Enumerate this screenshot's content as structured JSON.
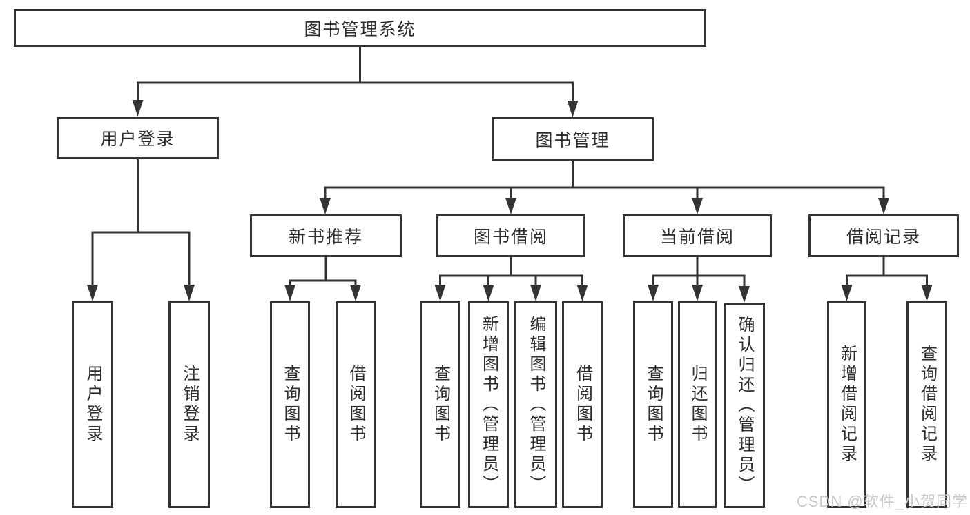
{
  "tree": {
    "label": "图书管理系统",
    "children": [
      {
        "label": "用户登录",
        "children": [
          {
            "label": "用户登录"
          },
          {
            "label": "注销登录"
          }
        ]
      },
      {
        "label": "图书管理",
        "children": [
          {
            "label": "新书推荐",
            "children": [
              {
                "label": "查询图书"
              },
              {
                "label": "借阅图书"
              }
            ]
          },
          {
            "label": "图书借阅",
            "children": [
              {
                "label": "查询图书"
              },
              {
                "label": "新增图书（管理员）"
              },
              {
                "label": "编辑图书（管理员）"
              },
              {
                "label": "借阅图书"
              }
            ]
          },
          {
            "label": "当前借阅",
            "children": [
              {
                "label": "查询图书"
              },
              {
                "label": "归还图书"
              },
              {
                "label": "确认归还（管理员）"
              }
            ]
          },
          {
            "label": "借阅记录",
            "children": [
              {
                "label": "新增借阅记录"
              },
              {
                "label": "查询借阅记录"
              }
            ]
          }
        ]
      }
    ]
  },
  "watermark": "CSDN @软件_小贺同学",
  "colors": {
    "line": "#333333",
    "text": "#2d2d2d",
    "watermark": "#c8c8c8",
    "background": "#ffffff"
  }
}
